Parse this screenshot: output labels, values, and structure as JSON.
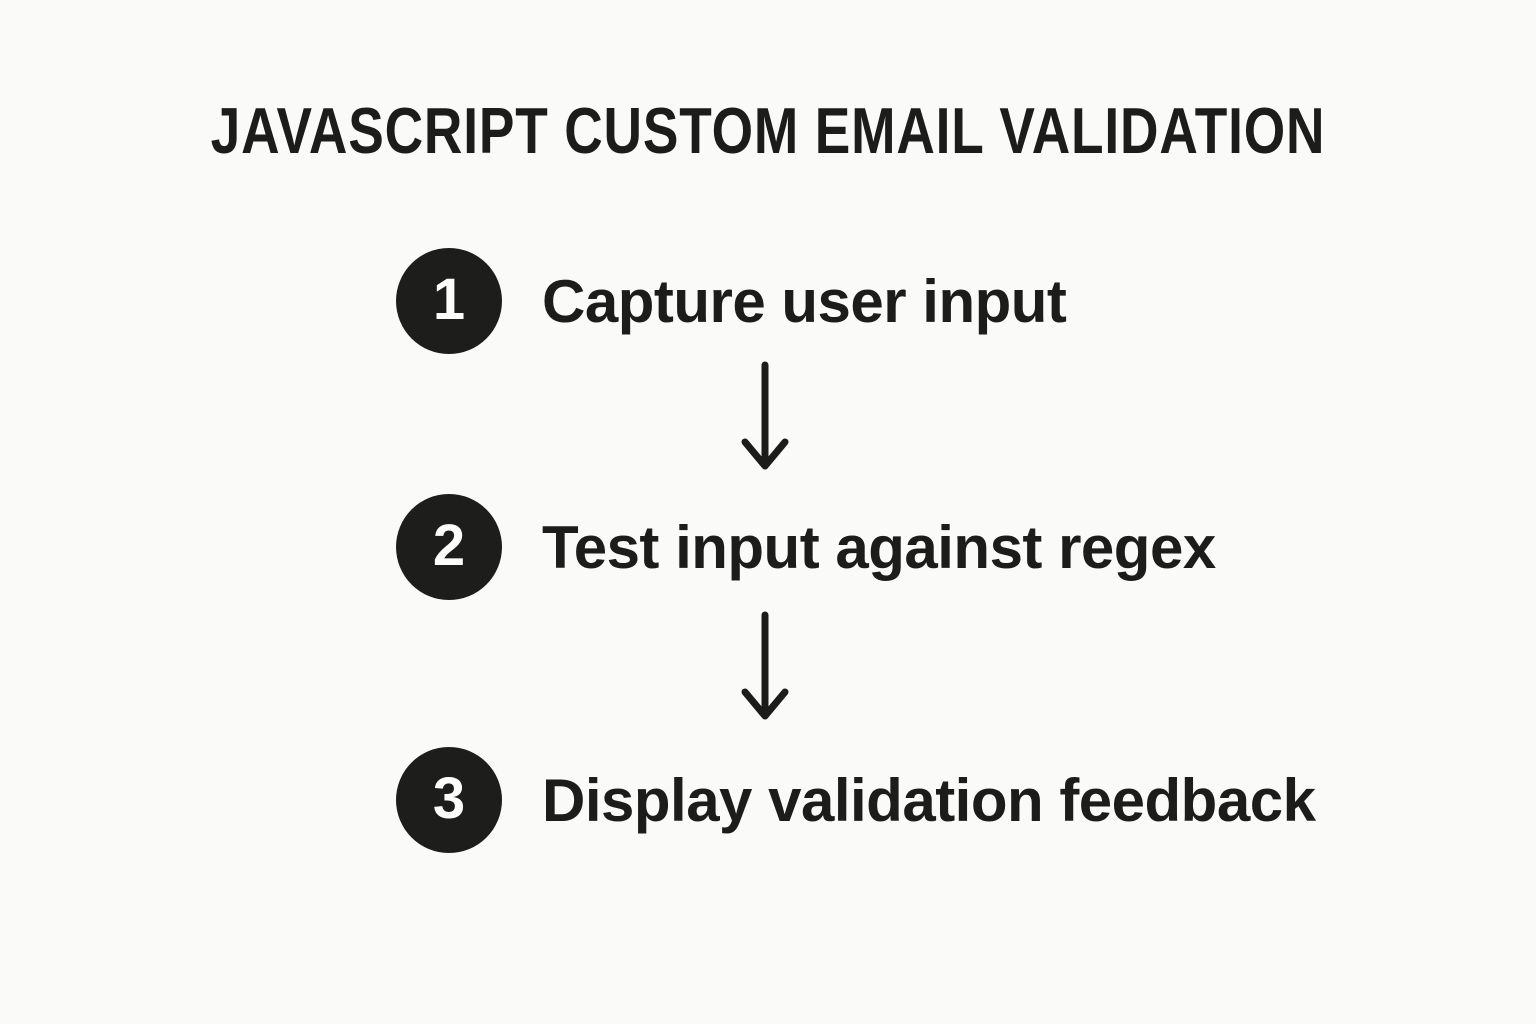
{
  "title": "JAVASCRIPT CUSTOM EMAIL VALIDATION",
  "steps": [
    {
      "number": "1",
      "label": "Capture user input"
    },
    {
      "number": "2",
      "label": "Test input against regex"
    },
    {
      "number": "3",
      "label": "Display validation feedback"
    }
  ],
  "icons": {
    "flow_connector": "arrow-down-icon"
  },
  "colors": {
    "background": "#fafaf8",
    "text": "#1c1c1a",
    "badge_fill": "#1d1d1b",
    "badge_number": "#fdfdfd",
    "arrow_stroke": "#1c1c1a"
  }
}
